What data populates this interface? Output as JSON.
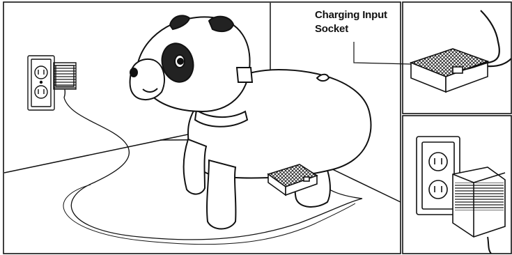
{
  "callout": {
    "line1": "Charging Input",
    "line2": "Socket"
  },
  "colors": {
    "stroke": "#111111",
    "panda_patch": "#222222",
    "background": "#ffffff"
  },
  "icons": [
    "panda-ride-on-toy",
    "wall-outlet-icon",
    "power-adapter-icon",
    "charging-cable",
    "charging-socket-box"
  ]
}
